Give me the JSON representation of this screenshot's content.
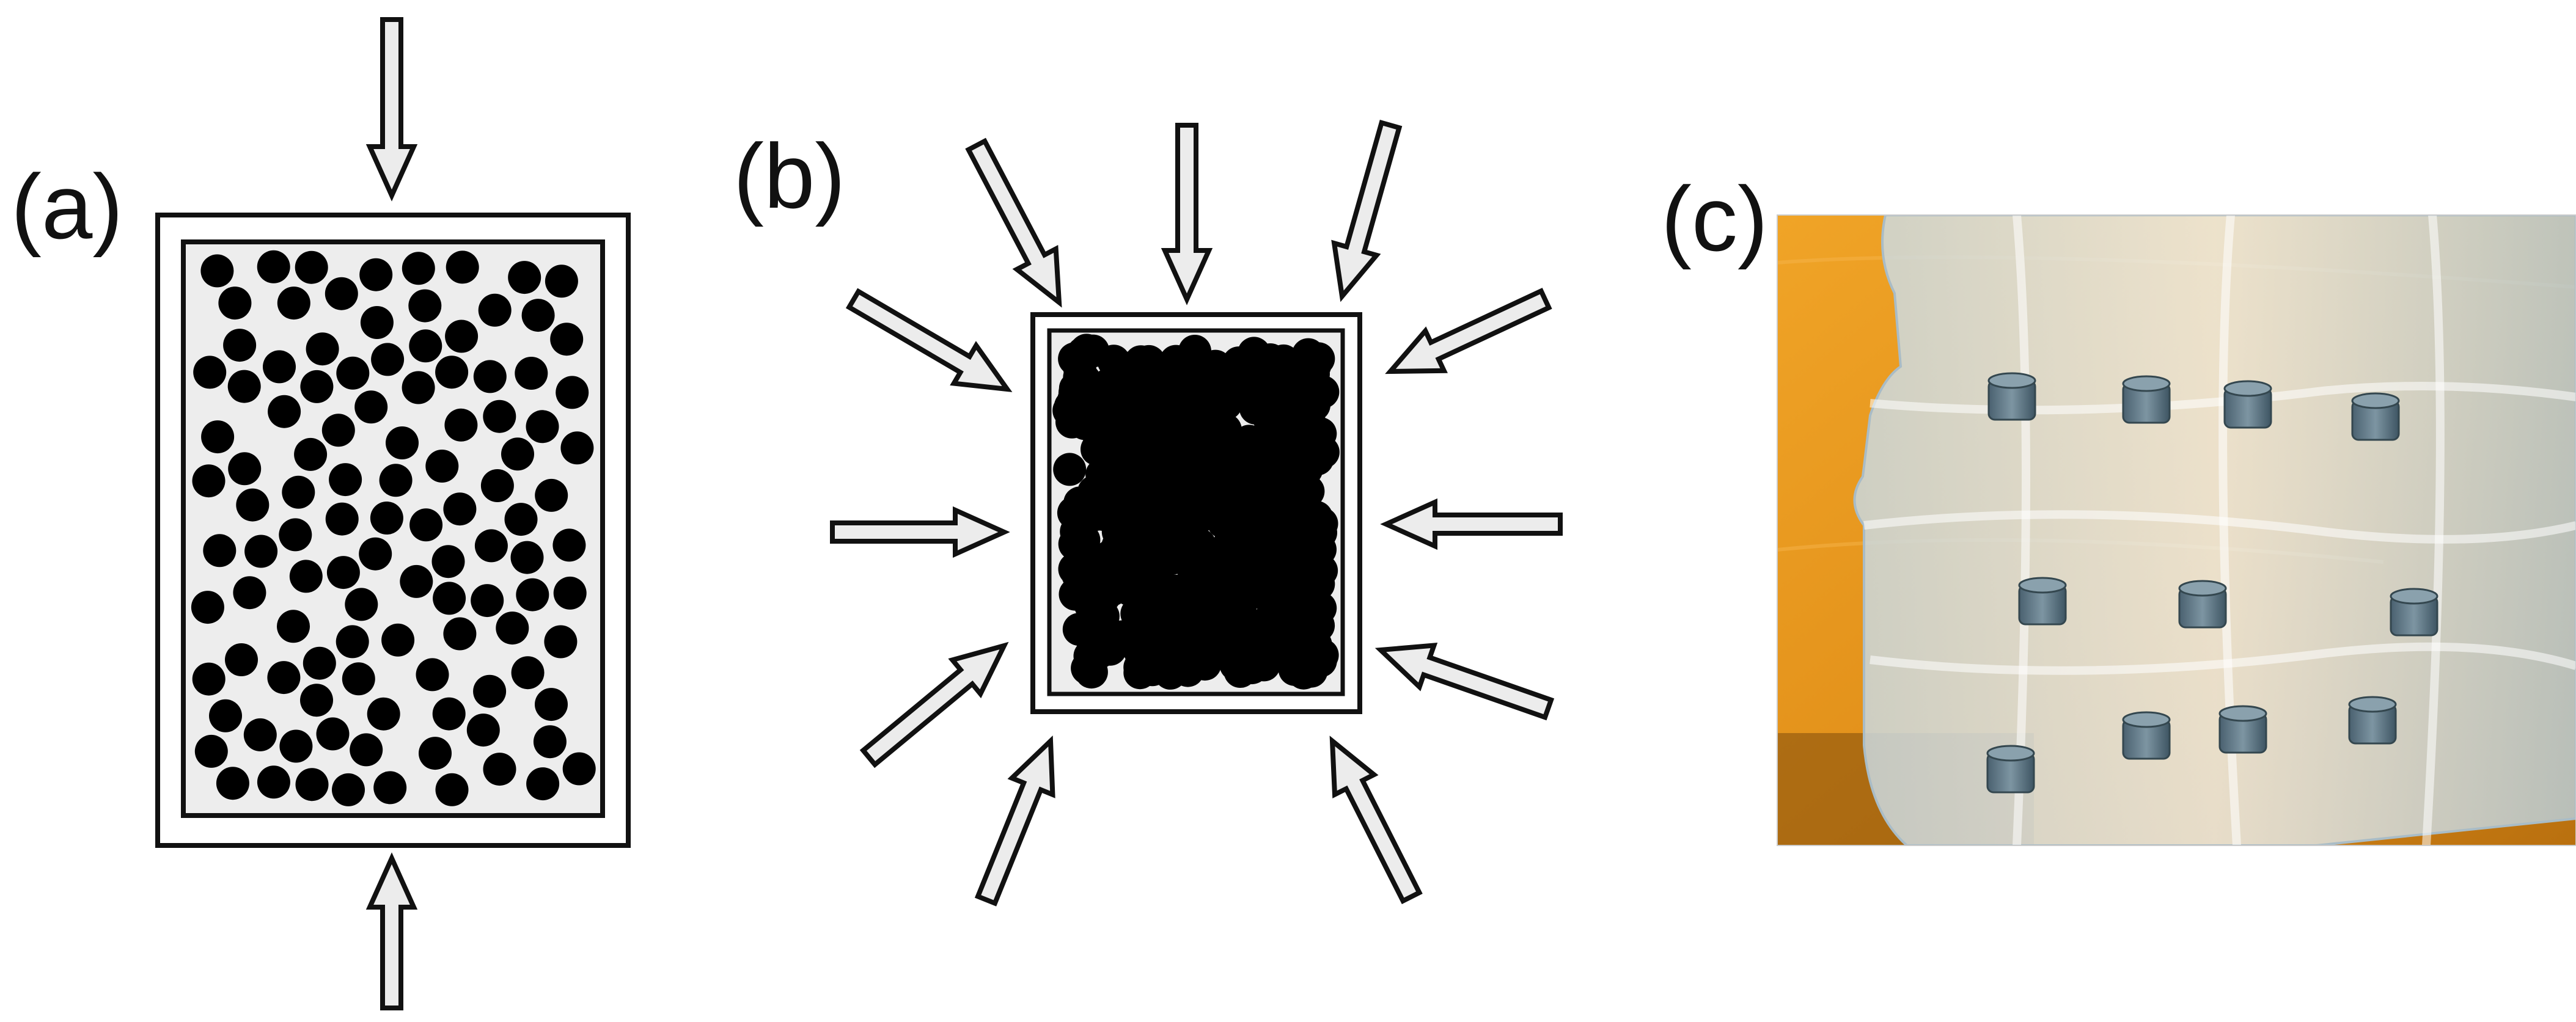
{
  "panels": [
    {
      "id": "a",
      "label": "(a)"
    },
    {
      "id": "b",
      "label": "(b)"
    },
    {
      "id": "c",
      "label": "(c)"
    }
  ],
  "colors": {
    "stroke": "#111111",
    "container_fill": "#ededed",
    "arrow_fill": "#ececec",
    "particle": "#000000",
    "photo_wood": "#e8961c",
    "photo_plastic": "#d7e3e8",
    "photo_part": "#5d7584"
  },
  "icons": {
    "arrow": "arrow-icon",
    "particle": "particle-icon",
    "vacuum-bag": "vacuum-bag-icon",
    "cylinder-part": "cylinder-part-icon"
  }
}
